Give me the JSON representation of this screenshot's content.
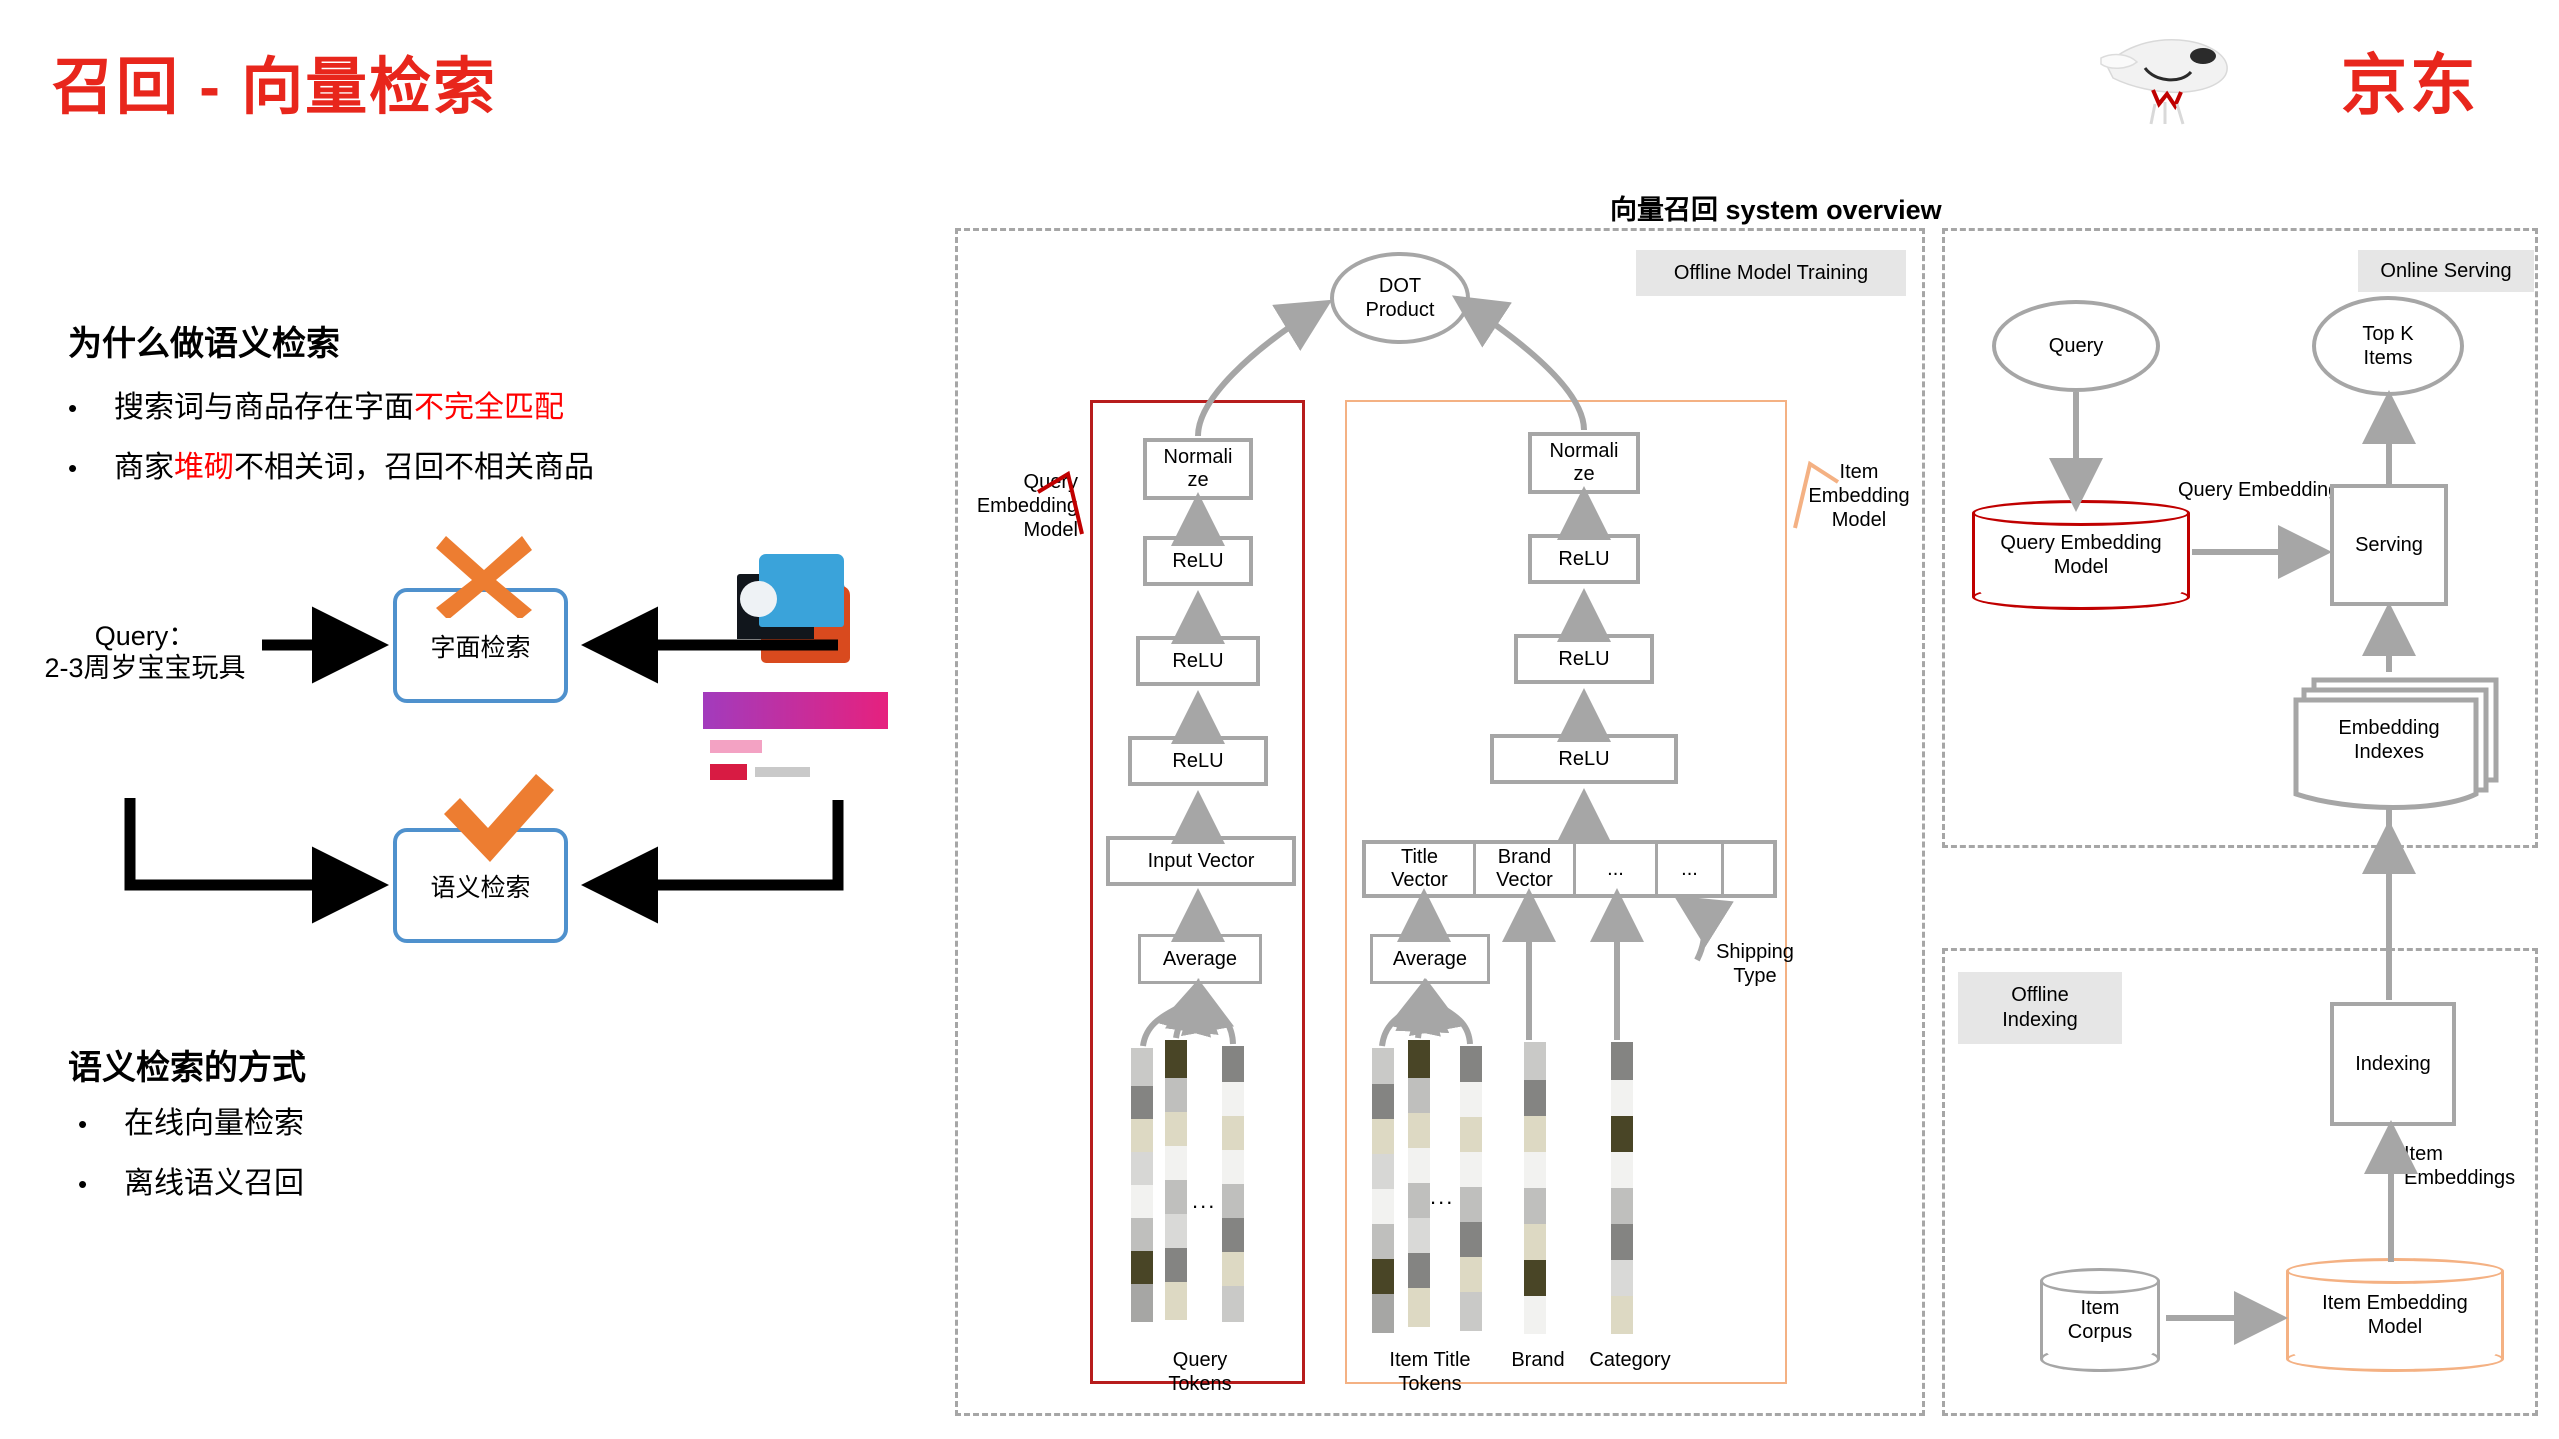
{
  "slide": {
    "title": "召回 - 向量检索",
    "accent_red": "#e8261c",
    "logo": {
      "text": "京东",
      "mascot": "joy-dog-icon"
    }
  },
  "left": {
    "section1_heading": "为什么做语义检索",
    "bullets1": [
      {
        "prefix": "搜索词与商品存在字面",
        "highlight": "不完全匹配",
        "suffix": ""
      },
      {
        "prefix": "商家",
        "highlight": "堆砌",
        "suffix": "不相关词，召回不相关商品"
      }
    ],
    "query_label_line1": "Query：",
    "query_label_line2": "2-3周岁宝宝玩具",
    "box_literal": "字面检索",
    "box_semantic": "语义检索",
    "mark_bad": "cross-mark-icon",
    "mark_good": "check-mark-icon",
    "product_thumb": "product-thumbnail",
    "section2_heading": "语义检索的方式",
    "bullets2": [
      "在线向量检索",
      "离线语义召回"
    ]
  },
  "diagram": {
    "overview_title": "向量召回 system overview",
    "panels": {
      "offline_training": "Offline Model Training",
      "online_serving": "Online Serving",
      "offline_indexing": "Offline\nIndexing"
    },
    "dot_product": "DOT\nProduct",
    "query_tower": {
      "callout": "Query\nEmbedding\nModel",
      "nodes": [
        "Normali\nze",
        "ReLU",
        "ReLU",
        "ReLU",
        "Input Vector",
        "Average"
      ],
      "tokens_label": "Query\nTokens",
      "token_dots": "..."
    },
    "item_tower": {
      "callout": "Item\nEmbedding\nModel",
      "nodes": [
        "Normali\nze",
        "ReLU",
        "ReLU",
        "ReLU"
      ],
      "feature_cells": [
        "Title\nVector",
        "Brand\nVector",
        "...",
        "...",
        ""
      ],
      "average": "Average",
      "shipping_label": "Shipping\nType",
      "token_labels": [
        "Item Title\nTokens",
        "Brand",
        "Category"
      ],
      "token_dots": "..."
    },
    "serving": {
      "query_node": "Query",
      "query_embedding_model": "Query Embedding\nModel",
      "edge_label": "Query Embedding",
      "serving_node": "Serving",
      "topk_node": "Top K\nItems",
      "indexes_node": "Embedding\nIndexes"
    },
    "indexing": {
      "indexing_node": "Indexing",
      "edge_label": "Item\nEmbeddings",
      "item_corpus": "Item\nCorpus",
      "item_embedding_model": "Item Embedding\nModel"
    }
  },
  "colors": {
    "red_model": "#c00000",
    "orange_model": "#f4b183",
    "gray_stroke": "#a6a6a6",
    "panel_tag_bg": "#e6e6e6",
    "blue_box": "#4f91cd",
    "orange_mark": "#ed7d31"
  }
}
